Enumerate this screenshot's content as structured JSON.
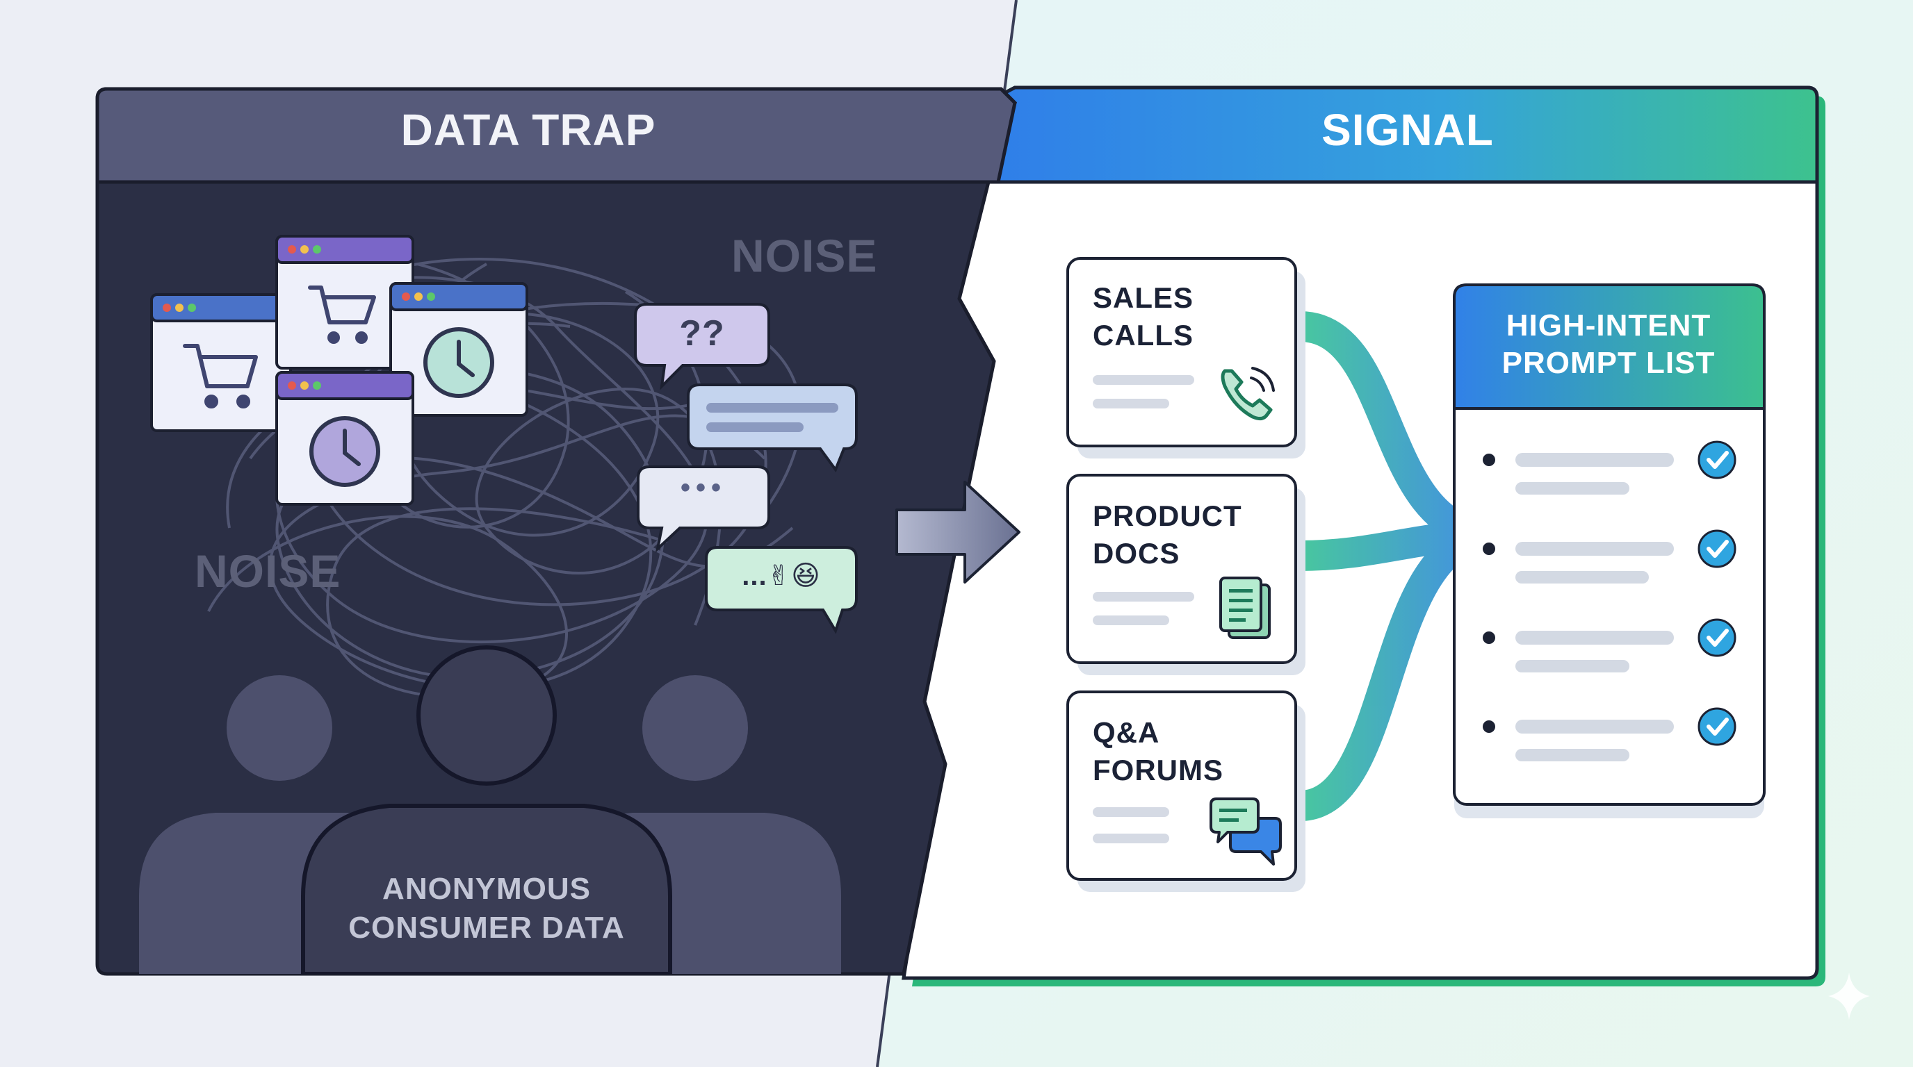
{
  "left_panel": {
    "title": "DATA TRAP",
    "noise_labels": [
      "NOISE",
      "NOISE"
    ],
    "consumer_label": "ANONYMOUS\nCONSUMER DATA",
    "bubbles": [
      "??",
      "•••",
      "...✌😆"
    ],
    "icons": [
      "shopping-cart-icon",
      "clock-icon",
      "chat-bubble-icon",
      "person-silhouette-icon"
    ]
  },
  "right_panel": {
    "title": "SIGNAL",
    "sources": [
      {
        "label": "SALES\nCALLS",
        "icon": "phone-icon"
      },
      {
        "label": "PRODUCT\nDOCS",
        "icon": "document-icon"
      },
      {
        "label": "Q&A\nFORUMS",
        "icon": "chat-icon"
      }
    ],
    "list_title": "HIGH-INTENT\nPROMPT LIST",
    "list_items_checked": 4
  },
  "colors": {
    "dark_bg": "#2b2f45",
    "header_dark": "#565a7a",
    "blue": "#3583ea",
    "teal": "#38b893",
    "check": "#2fa5e0"
  }
}
